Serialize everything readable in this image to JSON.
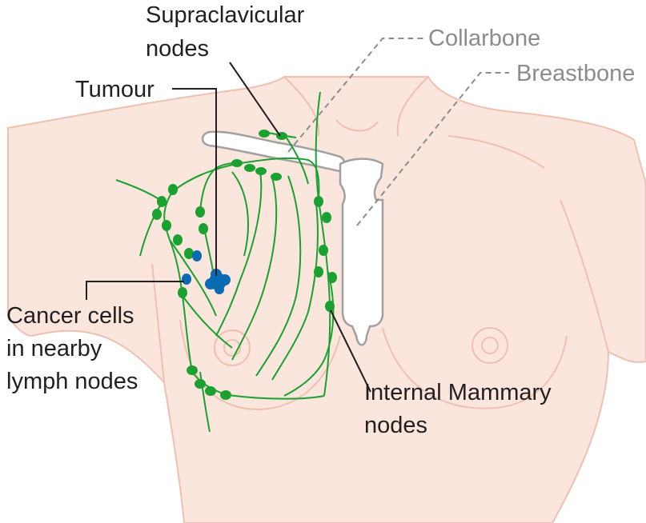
{
  "labels": {
    "supraclavicular_line1": "Supraclavicular",
    "supraclavicular_line2": "nodes",
    "collarbone": "Collarbone",
    "breastbone": "Breastbone",
    "tumour": "Tumour",
    "cancer_line1": "Cancer cells",
    "cancer_line2": "in nearby",
    "cancer_line3": "lymph nodes",
    "internal_line1": "Internal Mammary",
    "internal_line2": "nodes"
  },
  "colors": {
    "skin": "#fbe6dd",
    "skin_outline": "#efc0b0",
    "lymph": "#1aa12f",
    "cancer": "#0a6bb5",
    "bone_fill": "#ffffff",
    "bone_outline": "#a0a0a0",
    "leader_dark": "#231f20",
    "leader_grey": "#8c8c8c"
  }
}
